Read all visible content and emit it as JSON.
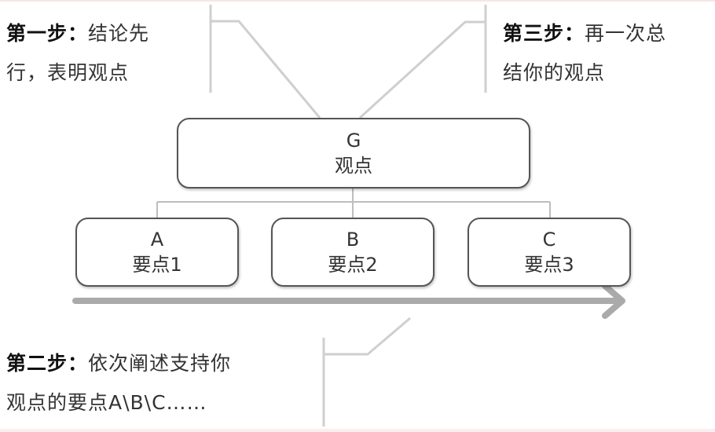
{
  "steps": {
    "step1": {
      "label": "第一步：",
      "line1": "结论先",
      "line2": "行，表明观点"
    },
    "step2": {
      "label": "第二步：",
      "line1": "依次阐述支持你",
      "line2": "观点的要点A\\B\\C……"
    },
    "step3": {
      "label": "第三步：",
      "line1": "再一次总",
      "line2": "结你的观点"
    }
  },
  "root": {
    "letter": "G",
    "text": "观点"
  },
  "children": [
    {
      "letter": "A",
      "text": "要点1"
    },
    {
      "letter": "B",
      "text": "要点2"
    },
    {
      "letter": "C",
      "text": "要点3"
    }
  ],
  "colors": {
    "connector": "#cfcfcf",
    "box_border": "#555555",
    "arrow": "#aaaaaa",
    "tree_line": "#bdbdbd"
  }
}
